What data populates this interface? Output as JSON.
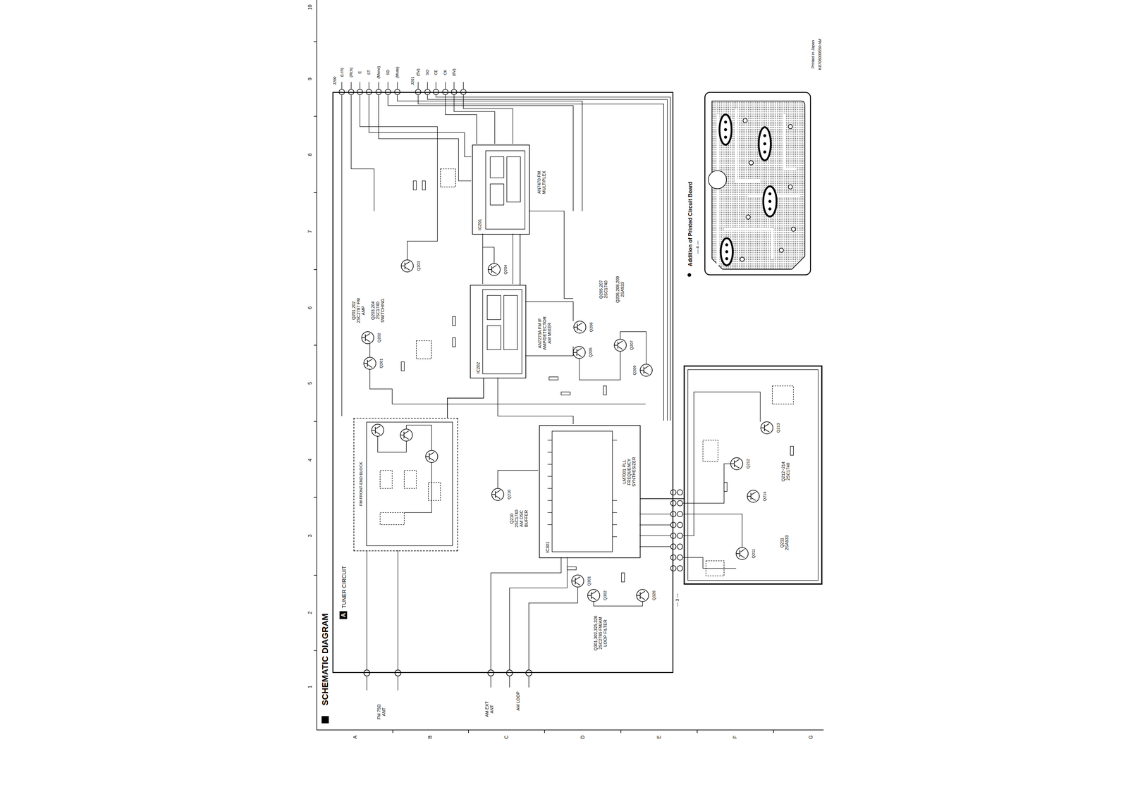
{
  "diagram": {
    "title": "SCHEMATIC DIAGRAM",
    "nodes": [
      {
        "text": [
          "A",
          "TUNER CIRCUIT"
        ]
      },
      {
        "text": [
          "FM FRONT-END BLOCK"
        ],
        "in": 0
      },
      {
        "text": [
          "IC201",
          "AN7470 FM MULTIPLEX"
        ],
        "in": 0
      },
      {
        "text": [
          "IC202",
          "AN7273A FM IF AMP/DETECTOR AM MIXER"
        ],
        "in": 0
      },
      {
        "text": [
          "IC301",
          "LM7001 PLL FREQUENCY SYNTHESIZER"
        ],
        "in": 0
      },
      {
        "text": [
          "Q212~214 2SC1740"
        ]
      },
      {
        "text": [
          "Addition of Printed Circuit Board"
        ]
      }
    ],
    "edges": [
      {
        "from": 1,
        "to": 3,
        "arrow": "none"
      },
      {
        "from": 3,
        "to": 2,
        "arrow": "none"
      },
      {
        "from": 4,
        "to": 5,
        "arrow": "none"
      }
    ],
    "labels": [
      "J200",
      "(Lch)",
      "(Rch)",
      "E",
      "ST",
      "(Mono)",
      "SD",
      "(Mute)",
      "J201",
      "(5V)",
      "SO",
      "CE",
      "CK",
      "(6V)",
      "Printed in Japan",
      "K8706000550 AM",
      "FM 75Ω ANT",
      "AM EXT ANT",
      "AM LOOP",
      "Q201,202 2SC2787 FM AMP",
      "Q203,204 2SC1740 SWITCHING",
      "Q205,207 2SC1740",
      "Q206,208,209 2SA933",
      "Q210 2SC1740 AM OSC BUFFER",
      "Q301,302,325,326 2SC2785 FM/AM LOOP FILTER",
      "Q211 2SA933",
      "Q201",
      "Q202",
      "Q203",
      "Q204",
      "Q205",
      "Q206",
      "Q207",
      "Q209",
      "Q210",
      "Q301",
      "Q302",
      "Q326",
      "Q211",
      "Q212",
      "Q213",
      "Q214",
      "— 3 —",
      "— 4 —",
      "A",
      "B",
      "C",
      "D",
      "E",
      "F",
      "G",
      "1",
      "2",
      "3",
      "4",
      "5",
      "6",
      "7",
      "8",
      "9",
      "10"
    ]
  }
}
